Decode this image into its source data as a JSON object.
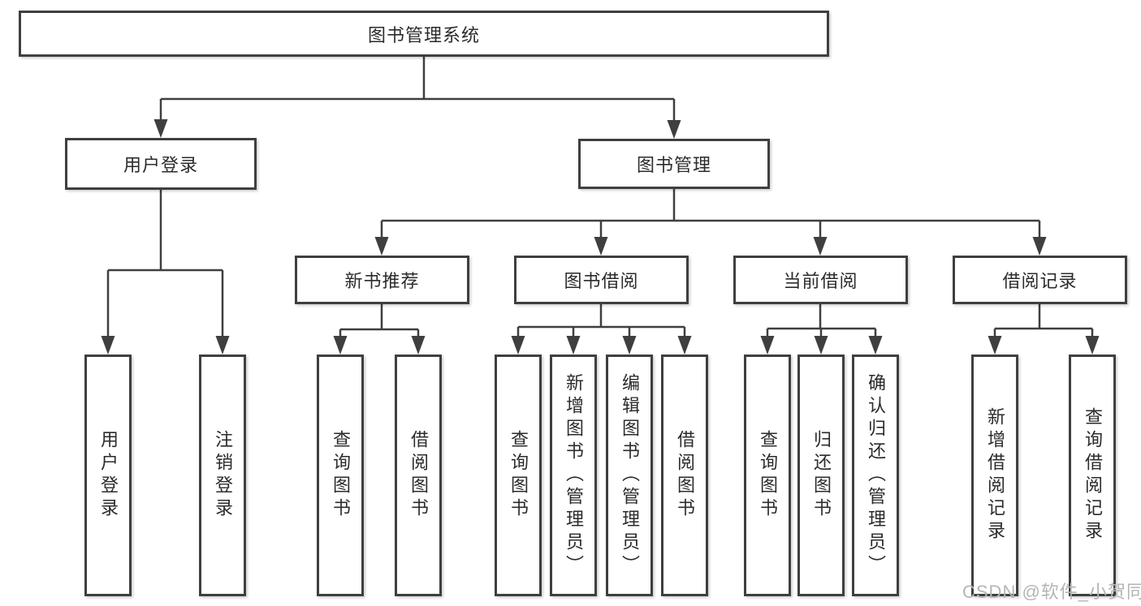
{
  "diagram": {
    "root": {
      "label": "图书管理系统"
    },
    "level2": [
      {
        "label": "用户登录"
      },
      {
        "label": "图书管理"
      }
    ],
    "level3": [
      {
        "label": "新书推荐"
      },
      {
        "label": "图书借阅"
      },
      {
        "label": "当前借阅"
      },
      {
        "label": "借阅记录"
      }
    ],
    "leaves": {
      "user_login": [
        {
          "label": "用户登录"
        },
        {
          "label": "注销登录"
        }
      ],
      "new_books": [
        {
          "label": "查询图书"
        },
        {
          "label": "借阅图书"
        }
      ],
      "book_borrow": [
        {
          "label": "查询图书"
        },
        {
          "label": "新增图书（管理员）"
        },
        {
          "label": "编辑图书（管理员）"
        },
        {
          "label": "借阅图书"
        }
      ],
      "current_borrow": [
        {
          "label": "查询图书"
        },
        {
          "label": "归还图书"
        },
        {
          "label": "确认归还（管理员）"
        }
      ],
      "borrow_records": [
        {
          "label": "新增借阅记录"
        },
        {
          "label": "查询借阅记录"
        }
      ]
    },
    "watermark": "CSDN @软件_小贺同学",
    "colors": {
      "line": "#3f3f3f",
      "text": "#2b2b2b",
      "watermark": "#b5b5b5",
      "background": "#ffffff"
    }
  }
}
